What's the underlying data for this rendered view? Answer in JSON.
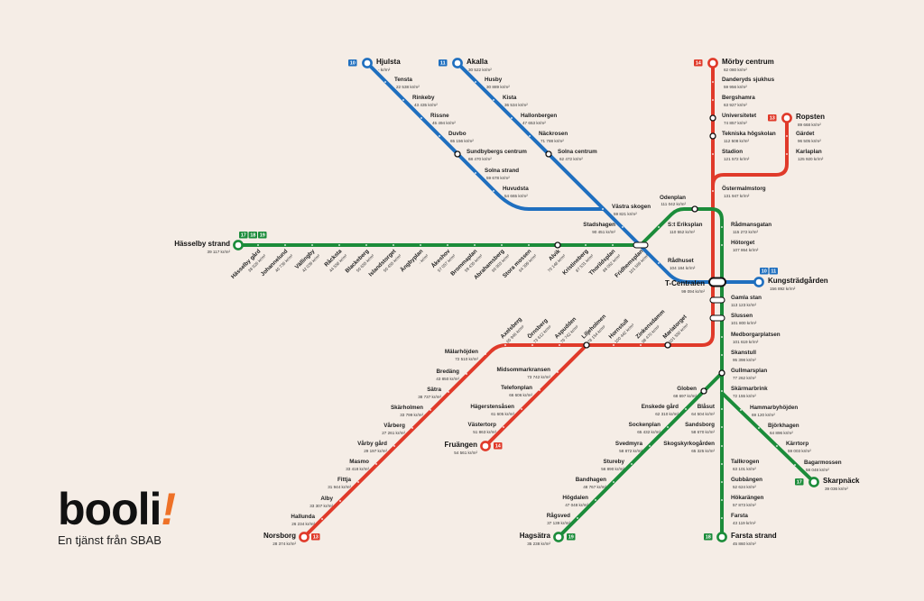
{
  "colors": {
    "background": "#f5ede6",
    "blue": "#1f6fbf",
    "red": "#e03a2a",
    "green": "#1b8c3a",
    "logo_accent": "#ee7127"
  },
  "logo": {
    "word": "booli",
    "mark": "!",
    "tagline": "En tjänst från SBAB"
  },
  "badges": {
    "hjulsta": [
      "10"
    ],
    "akalla": [
      "11"
    ],
    "morby": [
      "14"
    ],
    "ropsten": [
      "13"
    ],
    "hasselby": [
      "17",
      "18",
      "19"
    ],
    "kungstradgarden": [
      "10",
      "11"
    ],
    "fruangen": [
      "14"
    ],
    "norsborg": [
      "13"
    ],
    "hagsatra": [
      "19"
    ],
    "farsta_strand": [
      "18"
    ],
    "skarpnack": [
      "17"
    ]
  },
  "stations": [
    {
      "name": "Hjulsta",
      "price": "- kr/m²",
      "line": "blue"
    },
    {
      "name": "Tensta",
      "price": "22 538 kr/m²",
      "line": "blue"
    },
    {
      "name": "Rinkeby",
      "price": "43 435 kr/m²",
      "line": "blue"
    },
    {
      "name": "Rissne",
      "price": "45 494 kr/m²",
      "line": "blue"
    },
    {
      "name": "Duvbo",
      "price": "65 156 kr/m²",
      "line": "blue"
    },
    {
      "name": "Sundbybergs centrum",
      "price": "68 470 kr/m²",
      "line": "blue"
    },
    {
      "name": "Solna strand",
      "price": "59 678 kr/m²",
      "line": "blue"
    },
    {
      "name": "Huvudsta",
      "price": "54 665 kr/m²",
      "line": "blue"
    },
    {
      "name": "Akalla",
      "price": "30 522 kr/m²",
      "line": "blue"
    },
    {
      "name": "Husby",
      "price": "30 889 kr/m²",
      "line": "blue"
    },
    {
      "name": "Kista",
      "price": "36 534 kr/m²",
      "line": "blue"
    },
    {
      "name": "Hallonbergen",
      "price": "47 653 kr/m²",
      "line": "blue"
    },
    {
      "name": "Näckrosen",
      "price": "71 788 kr/m²",
      "line": "blue"
    },
    {
      "name": "Solna centrum",
      "price": "62 472 kr/m²",
      "line": "blue"
    },
    {
      "name": "Västra skogen",
      "price": "59 821 kr/m²",
      "line": "blue"
    },
    {
      "name": "Stadshagen",
      "price": "90 451 kr/m²",
      "line": "blue"
    },
    {
      "name": "Rådhuset",
      "price": "104 184 kr/m²",
      "line": "blue"
    },
    {
      "name": "T-Centralen",
      "price": "99 094 kr/m²",
      "line": "blue"
    },
    {
      "name": "Kungsträdgården",
      "price": "156 892 kr/m²",
      "line": "blue"
    },
    {
      "name": "Mörby centrum",
      "price": "62 080 kr/m²",
      "line": "red"
    },
    {
      "name": "Danderyds sjukhus",
      "price": "59 956 kr/m²",
      "line": "red"
    },
    {
      "name": "Bergshamra",
      "price": "63 927 kr/m²",
      "line": "red"
    },
    {
      "name": "Universitetet",
      "price": "74 857 kr/m²",
      "line": "red"
    },
    {
      "name": "Tekniska högskolan",
      "price": "112 508 kr/m²",
      "line": "red"
    },
    {
      "name": "Stadion",
      "price": "121 572 kr/m²",
      "line": "red"
    },
    {
      "name": "Ropsten",
      "price": "89 668 kr/m²",
      "line": "red"
    },
    {
      "name": "Gärdet",
      "price": "96 505 kr/m²",
      "line": "red"
    },
    {
      "name": "Karlaplan",
      "price": "125 920 kr/m²",
      "line": "red"
    },
    {
      "name": "Östermalmstorg",
      "price": "131 947 kr/m²",
      "line": "red"
    },
    {
      "name": "Gamla stan",
      "price": "113 123 kr/m²",
      "line": "red"
    },
    {
      "name": "Slussen",
      "price": "101 800 kr/m²",
      "line": "red"
    },
    {
      "name": "Mariatorget",
      "price": "101 550 kr/m²",
      "line": "red"
    },
    {
      "name": "Zinkensdamm",
      "price": "98 470 kr/m²",
      "line": "red"
    },
    {
      "name": "Hornstull",
      "price": "100 442 kr/m²",
      "line": "red"
    },
    {
      "name": "Liljeholmen",
      "price": "78 154 kr/m²",
      "line": "red"
    },
    {
      "name": "Aspudden",
      "price": "76 742 kr/m²",
      "line": "red"
    },
    {
      "name": "Örnsberg",
      "price": "73 612 kr/m²",
      "line": "red"
    },
    {
      "name": "Axelsberg",
      "price": "65 946 kr/m²",
      "line": "red"
    },
    {
      "name": "Mälarhöjden",
      "price": "72 510 kr/m²",
      "line": "red"
    },
    {
      "name": "Bredäng",
      "price": "43 850 kr/m²",
      "line": "red"
    },
    {
      "name": "Sätra",
      "price": "38 737 kr/m²",
      "line": "red"
    },
    {
      "name": "Skärholmen",
      "price": "33 799 kr/m²",
      "line": "red"
    },
    {
      "name": "Vårberg",
      "price": "27 261 kr/m²",
      "line": "red"
    },
    {
      "name": "Vårby gård",
      "price": "29 197 kr/m²",
      "line": "red"
    },
    {
      "name": "Masmo",
      "price": "33 418 kr/m²",
      "line": "red"
    },
    {
      "name": "Fittja",
      "price": "31 944 kr/m²",
      "line": "red"
    },
    {
      "name": "Alby",
      "price": "33 307 kr/m²",
      "line": "red"
    },
    {
      "name": "Hallunda",
      "price": "26 234 kr/m²",
      "line": "red"
    },
    {
      "name": "Norsborg",
      "price": "28 374 kr/m²",
      "line": "red"
    },
    {
      "name": "Midsommarkransen",
      "price": "73 742 kr/m²",
      "line": "red"
    },
    {
      "name": "Telefonplan",
      "price": "66 606 kr/m²",
      "line": "red"
    },
    {
      "name": "Hägerstensåsen",
      "price": "61 605 kr/m²",
      "line": "red"
    },
    {
      "name": "Västertorp",
      "price": "51 863 kr/m²",
      "line": "red"
    },
    {
      "name": "Fruängen",
      "price": "54 561 kr/m²",
      "line": "red"
    },
    {
      "name": "Hässelby strand",
      "price": "39 117 kr/m²",
      "line": "green"
    },
    {
      "name": "Hässelby gård",
      "price": "38 926 kr/m²",
      "line": "green"
    },
    {
      "name": "Johannelund",
      "price": "40 736 kr/m²",
      "line": "green"
    },
    {
      "name": "Vällingby",
      "price": "42 039 kr/m²",
      "line": "green"
    },
    {
      "name": "Råcksta",
      "price": "44 558 kr/m²",
      "line": "green"
    },
    {
      "name": "Blackeberg",
      "price": "50 655 kr/m²",
      "line": "green"
    },
    {
      "name": "Islandstorget",
      "price": "50 455 kr/m²",
      "line": "green"
    },
    {
      "name": "Ängbyplan",
      "price": "- kr/m²",
      "line": "green"
    },
    {
      "name": "Åkeshov",
      "price": "57 057 kr/m²",
      "line": "green"
    },
    {
      "name": "Brommaplan",
      "price": "59 435 kr/m²",
      "line": "green"
    },
    {
      "name": "Abrahamsberg",
      "price": "60 903 kr/m²",
      "line": "green"
    },
    {
      "name": "Stora mossen",
      "price": "64 399 kr/m²",
      "line": "green"
    },
    {
      "name": "Alvik",
      "price": "70 148 kr/m²",
      "line": "green"
    },
    {
      "name": "Kristineberg",
      "price": "87 531 kr/m²",
      "line": "green"
    },
    {
      "name": "Thorildsplan",
      "price": "88 062 kr/m²",
      "line": "green"
    },
    {
      "name": "Fridhemsplan",
      "price": "101 569 kr/m²",
      "line": "green"
    },
    {
      "name": "S:t Eriksplan",
      "price": "110 552 kr/m²",
      "line": "green"
    },
    {
      "name": "Odenplan",
      "price": "111 042 kr/m²",
      "line": "green"
    },
    {
      "name": "Rådmansgatan",
      "price": "115 272 kr/m²",
      "line": "green"
    },
    {
      "name": "Hötorget",
      "price": "107 864 kr/m²",
      "line": "green"
    },
    {
      "name": "Medborgarplatsen",
      "price": "101 619 kr/m²",
      "line": "green"
    },
    {
      "name": "Skanstull",
      "price": "95 398 kr/m²",
      "line": "green"
    },
    {
      "name": "Gullmarsplan",
      "price": "77 262 kr/m²",
      "line": "green"
    },
    {
      "name": "Skärmarbrink",
      "price": "72 155 kr/m²",
      "line": "green"
    },
    {
      "name": "Blåsut",
      "price": "64 504 kr/m²",
      "line": "green"
    },
    {
      "name": "Sandsborg",
      "price": "58 670 kr/m²",
      "line": "green"
    },
    {
      "name": "Skogskyrkogården",
      "price": "65 325 kr/m²",
      "line": "green"
    },
    {
      "name": "Tallkrogen",
      "price": "63 101 kr/m²",
      "line": "green"
    },
    {
      "name": "Gubbängen",
      "price": "52 624 kr/m²",
      "line": "green"
    },
    {
      "name": "Hökarängen",
      "price": "57 873 kr/m²",
      "line": "green"
    },
    {
      "name": "Farsta",
      "price": "43 119 kr/m²",
      "line": "green"
    },
    {
      "name": "Farsta strand",
      "price": "45 860 kr/m²",
      "line": "green"
    },
    {
      "name": "Hammarbyhöjden",
      "price": "69 120 kr/m²",
      "line": "green"
    },
    {
      "name": "Björkhagen",
      "price": "64 896 kr/m²",
      "line": "green"
    },
    {
      "name": "Kärrtorp",
      "price": "59 003 kr/m²",
      "line": "green"
    },
    {
      "name": "Bagarmossen",
      "price": "58 048 kr/m²",
      "line": "green"
    },
    {
      "name": "Skarpnäck",
      "price": "39 036 kr/m²",
      "line": "green"
    },
    {
      "name": "Globen",
      "price": "68 697 kr/m²",
      "line": "green"
    },
    {
      "name": "Enskede gård",
      "price": "62 310 kr/m²",
      "line": "green"
    },
    {
      "name": "Sockenplan",
      "price": "65 432 kr/m²",
      "line": "green"
    },
    {
      "name": "Svedmyra",
      "price": "58 872 kr/m²",
      "line": "green"
    },
    {
      "name": "Stureby",
      "price": "56 890 kr/m²",
      "line": "green"
    },
    {
      "name": "Bandhagen",
      "price": "48 767 kr/m²",
      "line": "green"
    },
    {
      "name": "Högdalen",
      "price": "47 048 kr/m²",
      "line": "green"
    },
    {
      "name": "Rågsved",
      "price": "37 139 kr/m²",
      "line": "green"
    },
    {
      "name": "Hagsätra",
      "price": "35 238 kr/m²",
      "line": "green"
    }
  ]
}
